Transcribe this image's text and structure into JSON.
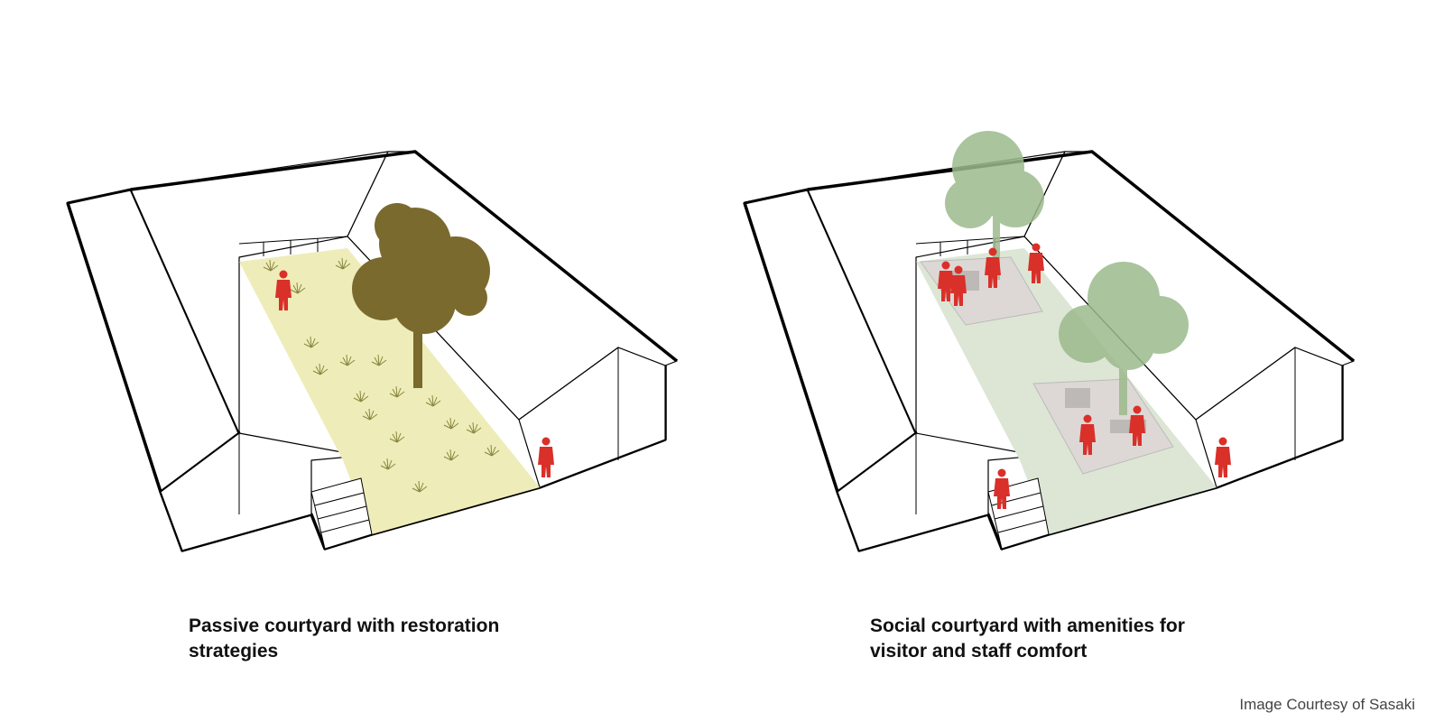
{
  "diagrams": [
    {
      "caption_line1": "Passive courtyard with restoration",
      "caption_line2": "strategies",
      "courtyard_color": "#eeecb8",
      "tree_color": "#7a6a2e"
    },
    {
      "caption_line1": "Social courtyard with amenities for",
      "caption_line2": "visitor and staff comfort",
      "courtyard_color": "#dde6d5",
      "tree_color": "#9cba8c"
    }
  ],
  "people_color": "#d9302a",
  "credit": "Image Courtesy of Sasaki"
}
